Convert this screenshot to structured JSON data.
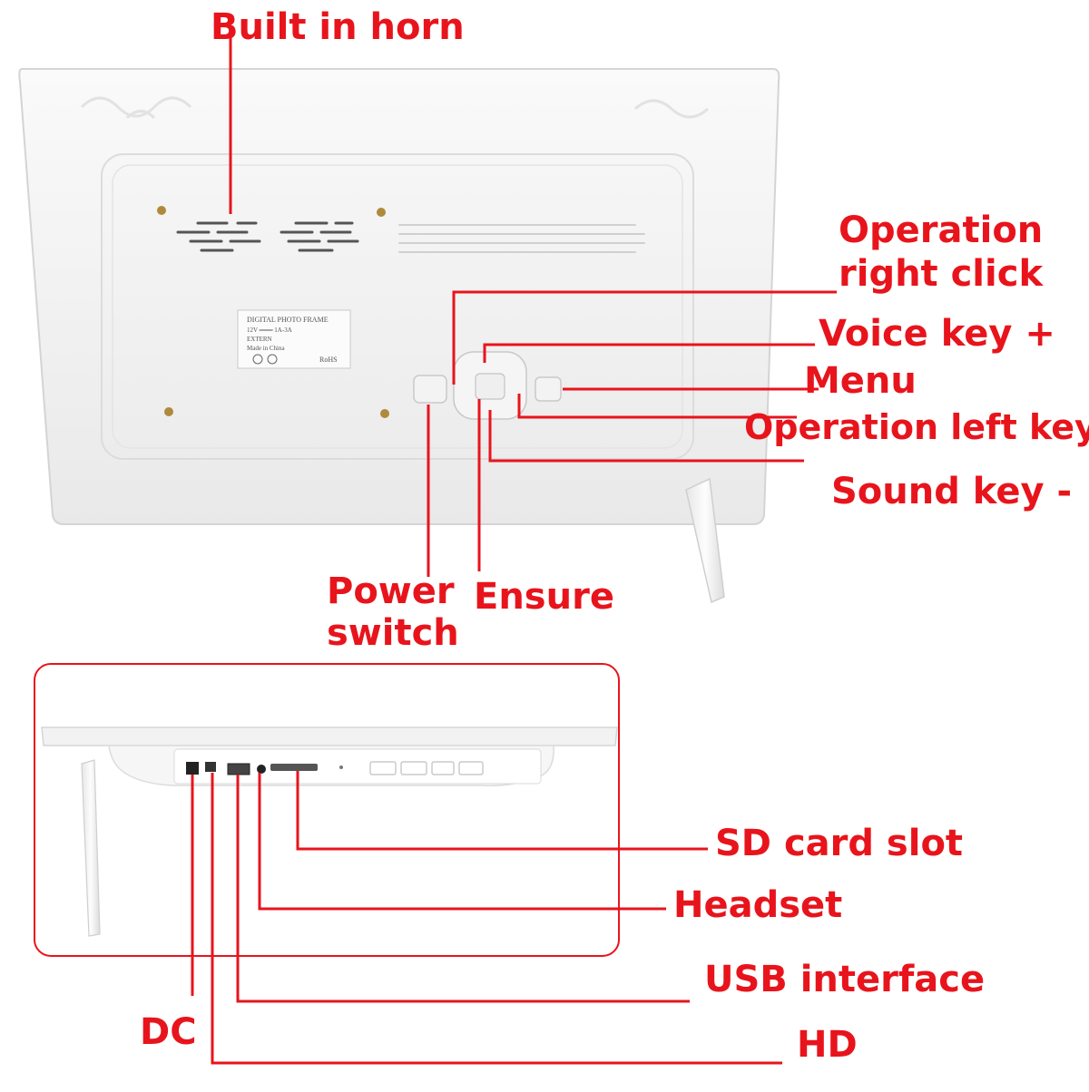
{
  "labels": {
    "built_in_horn": "Built in horn",
    "operation_right_click_l1": "Operation",
    "operation_right_click_l2": "right click",
    "voice_key_plus": "Voice key +",
    "menu": "Menu",
    "operation_left_key": "Operation left key",
    "sound_key_minus": "Sound key -",
    "power_switch_l1": "Power",
    "power_switch_l2": "switch",
    "ensure": "Ensure",
    "sd_card_slot": "SD card slot",
    "headset": "Headset",
    "usb_interface": "USB interface",
    "dc": "DC",
    "hd": "HD"
  },
  "device_label": {
    "line1": "DIGITAL PHOTO FRAME",
    "line2": "12V ═══ 1A-3A",
    "line3": "EXTERN",
    "line4": "Made in China",
    "line5": "RoHS"
  },
  "colors": {
    "callout": "#e8141c",
    "device_body": "#f4f4f4",
    "device_shadow": "#d9d9d9"
  }
}
